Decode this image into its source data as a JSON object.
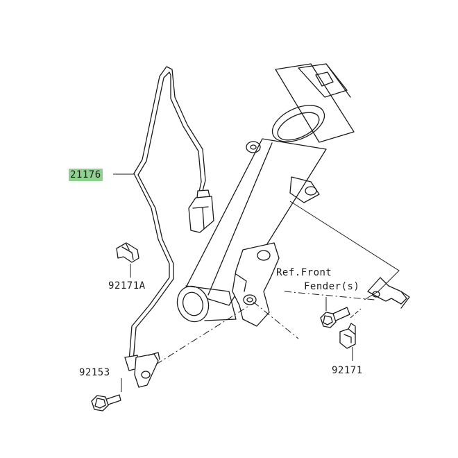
{
  "diagram": {
    "labels": {
      "sensor": "21176",
      "clamp_a": "92171A",
      "bolt_lower": "92153",
      "clamp_b": "92171",
      "ref_line1": "Ref.Front",
      "ref_line2": "Fender(s)"
    },
    "colors": {
      "line": "#1a1a1a",
      "highlight": "#8fd18f",
      "background": "#ffffff"
    }
  }
}
